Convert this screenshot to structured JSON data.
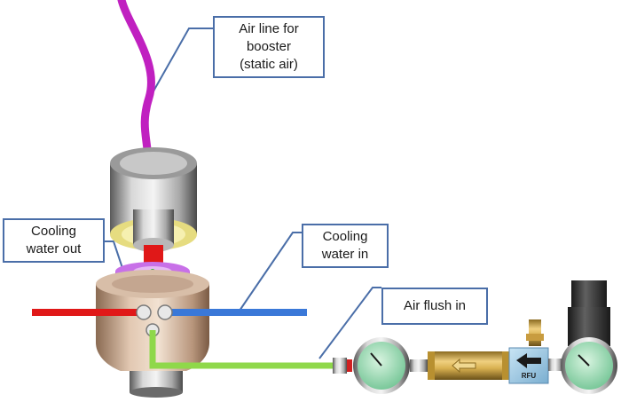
{
  "callouts": {
    "air_line_booster": "Air line for\nbooster\n(static air)",
    "cooling_water_out": "Cooling\nwater out",
    "cooling_water_in": "Cooling\nwater in",
    "air_flush_in": "Air flush in"
  },
  "component_labels": {
    "flow_meter": "RFU"
  },
  "colors": {
    "air_line": "#c020c0",
    "water_out_pipe": "#e01818",
    "water_in_pipe": "#3a78d8",
    "air_flush_pipe": "#8fd84a",
    "callout_border": "#4a6ea8",
    "leader_line": "#4a6ea8"
  }
}
